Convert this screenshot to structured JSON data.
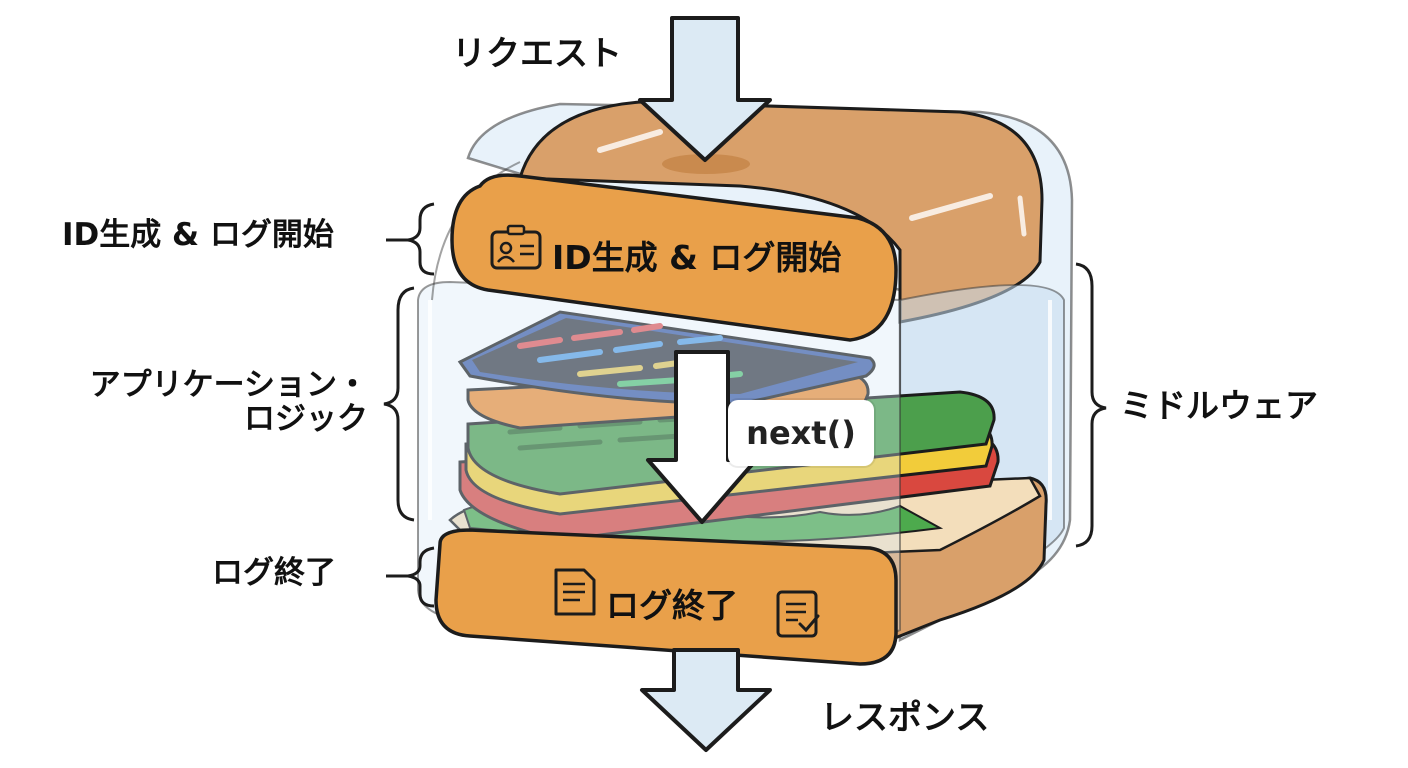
{
  "labels": {
    "request": "リクエスト",
    "response": "レスポンス",
    "id_start_side": "ID生成 & ログ開始",
    "app_logic_line1": "アプリケーション・",
    "app_logic_line2": "ロジック",
    "log_end_side": "ログ終了",
    "middleware": "ミドルウェア",
    "id_start_bun": "ID生成 & ログ開始",
    "log_end_bun": "ログ終了",
    "next_call": "next()"
  },
  "icons": [
    "id-card-icon",
    "document-icon",
    "checklist-icon"
  ],
  "colors": {
    "bun": "#E9A04A",
    "bun_back": "#D9A06A",
    "arrow": "#DCEAF4",
    "glass": "#D6E8F5",
    "outline": "#1C1C1C",
    "layer_blue": "#3F5EA8",
    "layer_orange": "#EE8F37",
    "layer_green": "#4C9F4C",
    "layer_yellow": "#F2CC3A",
    "layer_red": "#D9483F"
  }
}
